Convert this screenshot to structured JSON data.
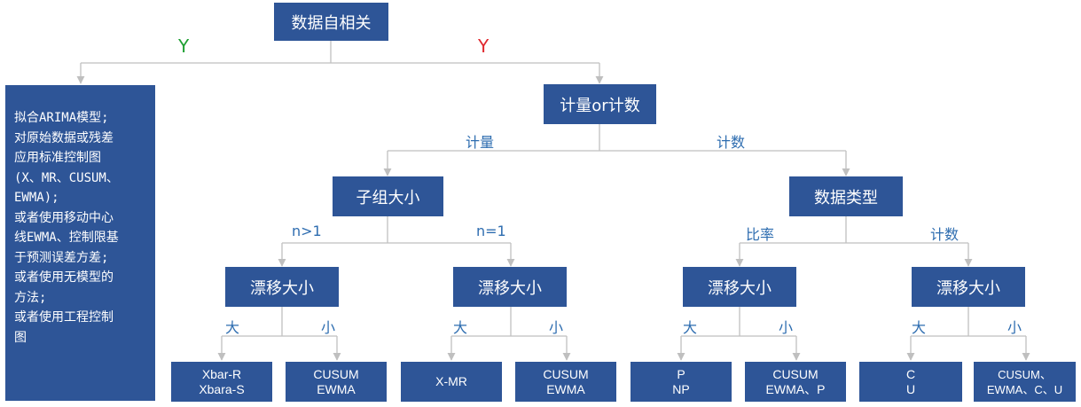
{
  "colors": {
    "box": "#2e5597",
    "connector": "#bfbfbf",
    "label": "#2e6db0",
    "yes": "#1fa032",
    "no": "#e0282e"
  },
  "root": {
    "label": "数据自相关"
  },
  "branch_yes": "Y",
  "branch_no": "Y",
  "side_text": "拟合ARIMA模型;\n对原始数据或残差\n应用标准控制图\n (X、MR、CUSUM、\nEWMA);\n或者使用移动中心\n线EWMA、控制限基\n于预测误差方差;\n或者使用无模型的\n方法;\n或者使用工程控制\n图",
  "type_node": {
    "label": "计量or计数"
  },
  "type_edges": {
    "left": "计量",
    "right": "计数"
  },
  "subgroup": {
    "label": "子组大小",
    "left_edge": "n>1",
    "right_edge": "n=1"
  },
  "datatype": {
    "label": "数据类型",
    "left_edge": "比率",
    "right_edge": "计数"
  },
  "drift": {
    "label": "漂移大小",
    "big": "大",
    "small": "小"
  },
  "leaves": [
    [
      "Xbar-R",
      "Xbara-S"
    ],
    [
      "CUSUM",
      "EWMA"
    ],
    [
      "X-MR"
    ],
    [
      "CUSUM",
      "EWMA"
    ],
    [
      "P",
      "NP"
    ],
    [
      "CUSUM",
      "EWMA、P"
    ],
    [
      "C",
      "U"
    ],
    [
      "CUSUM、",
      "EWMA、C、U"
    ]
  ]
}
